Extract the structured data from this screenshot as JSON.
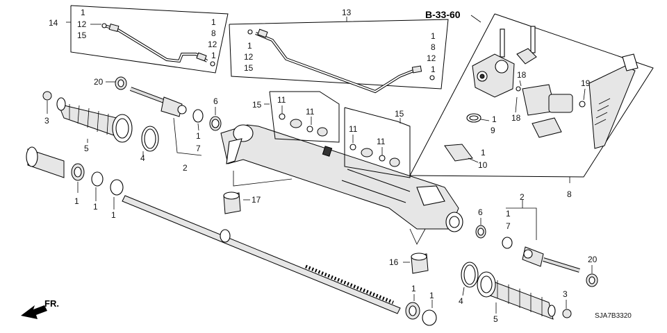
{
  "diagram": {
    "reference": "B-33-60",
    "drawing_code": "SJA7B3320",
    "direction_label": "FR.",
    "callouts": {
      "c14": "14",
      "c14_1": "1",
      "c14_12": "12",
      "c14_15": "15",
      "c14_r1": "1",
      "c14_r8": "8",
      "c14_r12": "12",
      "c14_r1b": "1",
      "c13": "13",
      "c13_1": "1",
      "c13_12": "12",
      "c13_15": "15",
      "c13_r1": "1",
      "c13_r8": "8",
      "c13_r12": "12",
      "c13_r1b": "1",
      "c20_left": "20",
      "c3_left": "3",
      "c5_left": "5",
      "c4_left": "4",
      "c6_left": "6",
      "c1_left_a": "1",
      "c7_left": "7",
      "c2_left": "2",
      "c1_low_a": "1",
      "c1_low_b": "1",
      "c1_low_c": "1",
      "c15_a": "15",
      "c11_a": "11",
      "c11_b": "11",
      "c15_b": "15",
      "c11_c": "11",
      "c11_d": "11",
      "c17": "17",
      "c16": "16",
      "c18_a": "18",
      "c18_b": "18",
      "c19": "19",
      "c1_9": "1",
      "c9": "9",
      "c1_10": "1",
      "c10": "10",
      "c8": "8",
      "c2_right": "2",
      "c6_right": "6",
      "c1_right_a": "1",
      "c7_right": "7",
      "c20_right": "20",
      "c3_right": "3",
      "c4_right": "4",
      "c5_right": "5",
      "c1_bot_a": "1",
      "c1_bot_b": "1"
    }
  }
}
